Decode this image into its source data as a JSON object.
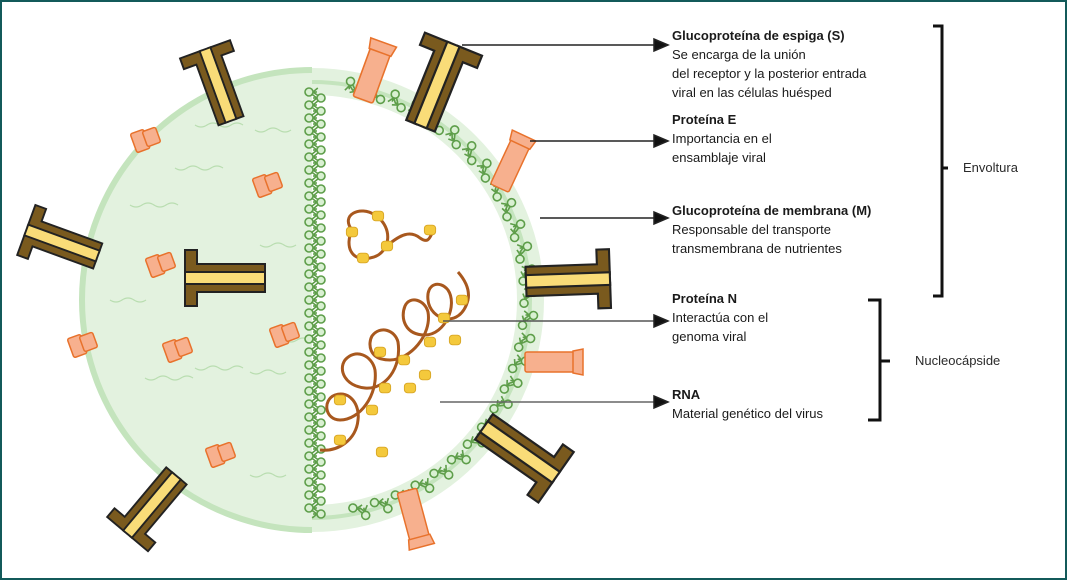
{
  "diagram": {
    "subject": "Estructura del virus (coronavirus)",
    "colors": {
      "frame": "#135a5a",
      "envelope_fill": "#e3f2df",
      "envelope_edge": "#c4e4bd",
      "m_protein": "#5e9e4a",
      "spike_dark": "#7a5a1e",
      "spike_light": "#f9dc78",
      "e_protein": "#f7b08e",
      "e_protein_edge": "#e8722c",
      "rna": "#a8581e",
      "n_protein": "#f4c93c"
    },
    "labels": [
      {
        "id": "spike",
        "title": "Glucoproteína de espiga (S)",
        "desc": [
          "Se encarga de la unión",
          "del receptor y la posterior entrada",
          "viral en las células huésped"
        ]
      },
      {
        "id": "e",
        "title": "Proteína E",
        "desc": [
          "Importancia en el",
          "ensamblaje viral"
        ]
      },
      {
        "id": "m",
        "title": "Glucoproteína de membrana (M)",
        "desc": [
          "Responsable del transporte",
          "transmembrana de nutrientes"
        ]
      },
      {
        "id": "n",
        "title": "Proteína  N",
        "desc": [
          "Interactúa con el",
          "genoma viral"
        ]
      },
      {
        "id": "rna",
        "title": "RNA",
        "desc": [
          "Material genético del virus"
        ]
      }
    ],
    "groups": [
      {
        "id": "envelope",
        "label": "Envoltura",
        "members": [
          "spike",
          "e",
          "m"
        ]
      },
      {
        "id": "nucleocapsid",
        "label": "Nucleocápside",
        "members": [
          "n",
          "rna"
        ]
      }
    ]
  }
}
